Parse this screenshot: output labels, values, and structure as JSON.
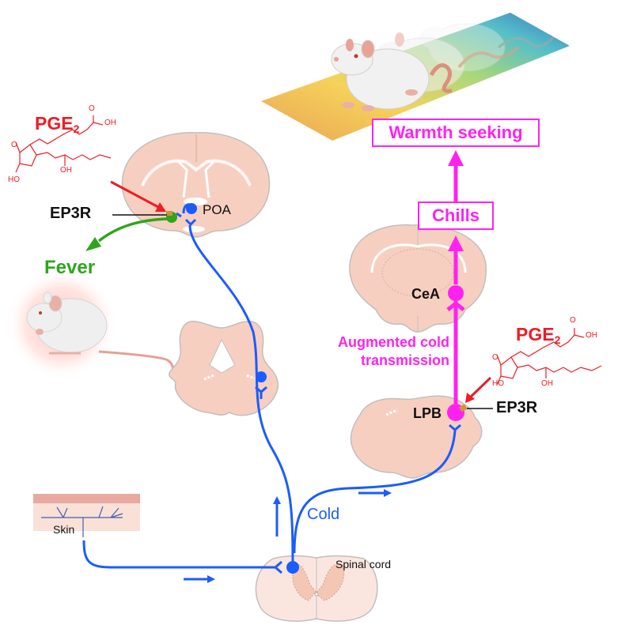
{
  "diagram": {
    "colors": {
      "cold_pathway": "#1a5cff",
      "chills_pathway": "#ff22ee",
      "fever_pathway": "#2fa51c",
      "pge2": "#ee1c25",
      "tissue": "#f7cfc0"
    },
    "left_panel": {
      "pge2_label": "PGE",
      "pge2_subscript": "2",
      "pge2_oh_top": "OH",
      "pge2_o": "O",
      "pge2_ho": "HO",
      "pge2_oh_bottom": "OH",
      "ep3r_label": "EP3R",
      "poa_label": "POA",
      "fever_label": "Fever"
    },
    "right_panel": {
      "warmth_seeking_label": "Warmth seeking",
      "chills_label": "Chills",
      "cea_label": "CeA",
      "augmented_line1": "Augmented cold",
      "augmented_line2": "transmission",
      "pge2_label": "PGE",
      "pge2_subscript": "2",
      "pge2_oh_top": "OH",
      "pge2_o": "O",
      "pge2_ho": "HO",
      "pge2_oh_bottom": "OH",
      "ep3r_label": "EP3R",
      "lpb_label": "LPB"
    },
    "bottom": {
      "skin_label": "Skin",
      "cold_label": "Cold",
      "spinal_cord_label": "Spinal cord"
    }
  }
}
